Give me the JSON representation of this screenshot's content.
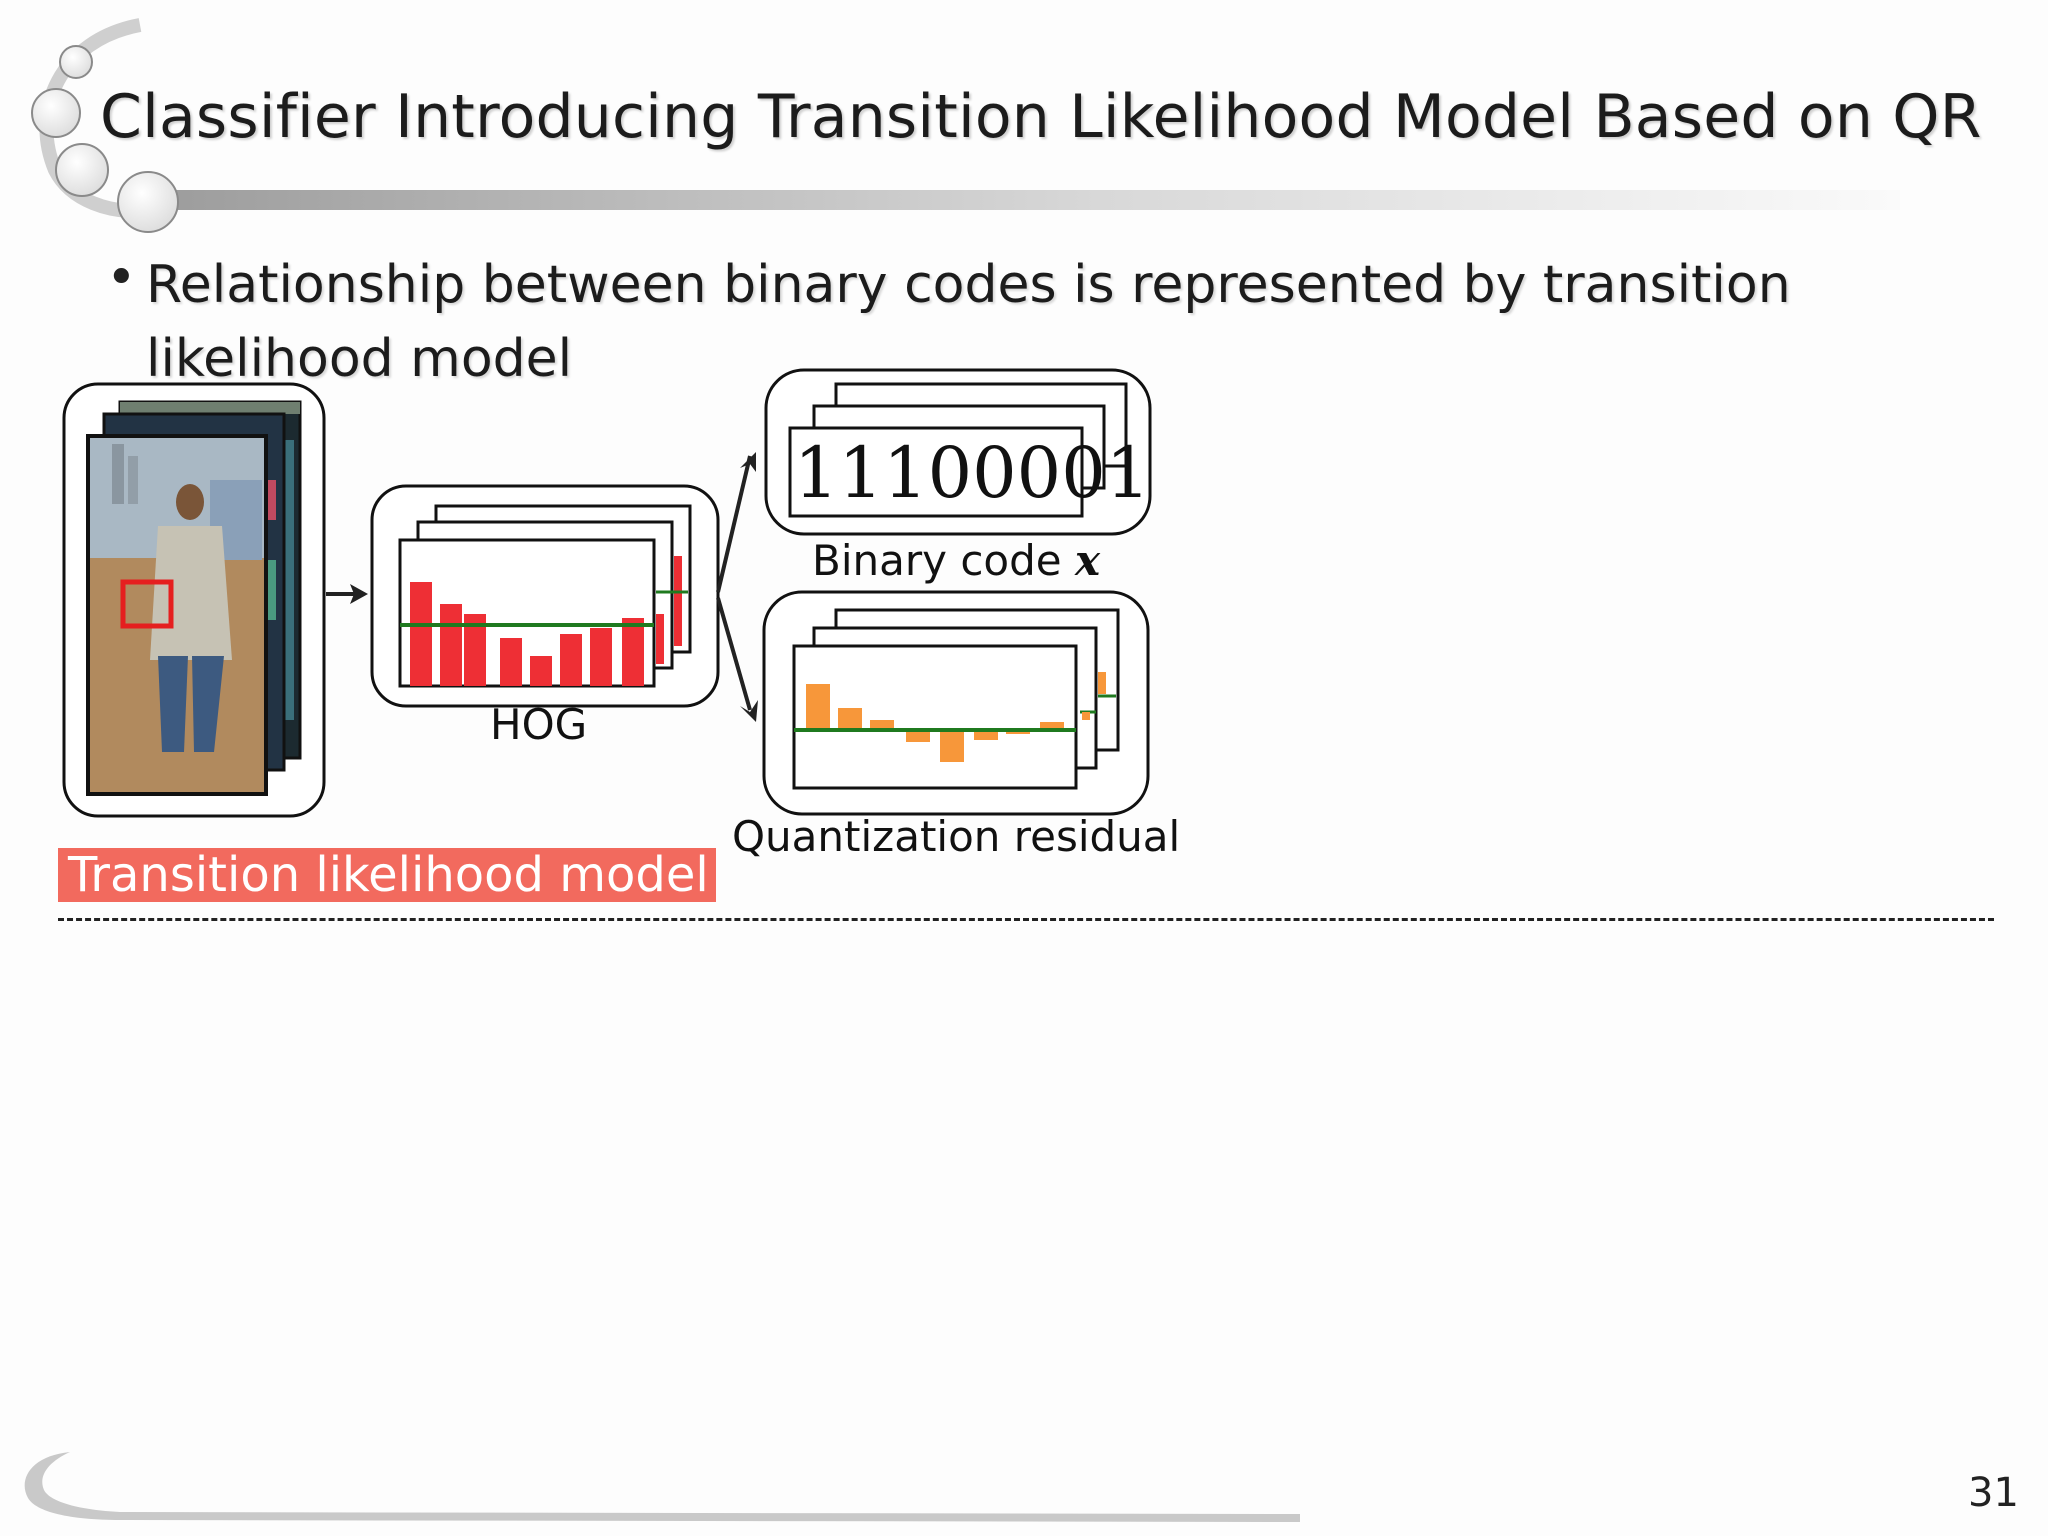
{
  "slide": {
    "title": "Classifier Introducing Transition Likelihood Model Based on QR",
    "bullet_text": "Relationship between binary codes is represented by transition likelihood model",
    "page_number": "31"
  },
  "diagram": {
    "hog_label": "HOG",
    "binary_code_label": "Binary code",
    "binary_code_var": "x",
    "binary_code_value": "11100001",
    "residual_label": "Quantization residual",
    "highlight_label": "Transition likelihood model"
  },
  "colors": {
    "hog_bars": "#ee2f35",
    "residual_bars": "#f7973a",
    "threshold_line": "#1f7a1f",
    "highlight": "#f26a5e"
  },
  "icons": {
    "decor": "slide-circles-decoration"
  }
}
